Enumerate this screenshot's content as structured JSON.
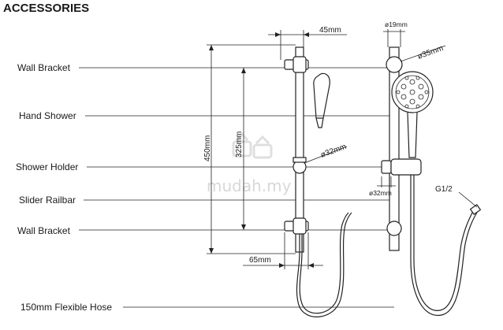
{
  "title": "ACCESSORIES",
  "labels": {
    "wall_bracket_top": "Wall Bracket",
    "hand_shower": "Hand Shower",
    "shower_holder": "Shower Holder",
    "slider_railbar": "Slider Railbar",
    "wall_bracket_bottom": "Wall Bracket",
    "flexible_hose": "150mm Flexible Hose"
  },
  "dimensions": {
    "width_top": "45mm",
    "width_bottom": "65mm",
    "height_total": "450mm",
    "height_inner": "325mm",
    "holder_diameter": "ø32mm",
    "rail_diameter": "ø19mm",
    "bracket_diameter": "ø35mm",
    "side_diameter": "ø32mm",
    "thread": "G1/2"
  },
  "watermark": "mudah.my"
}
